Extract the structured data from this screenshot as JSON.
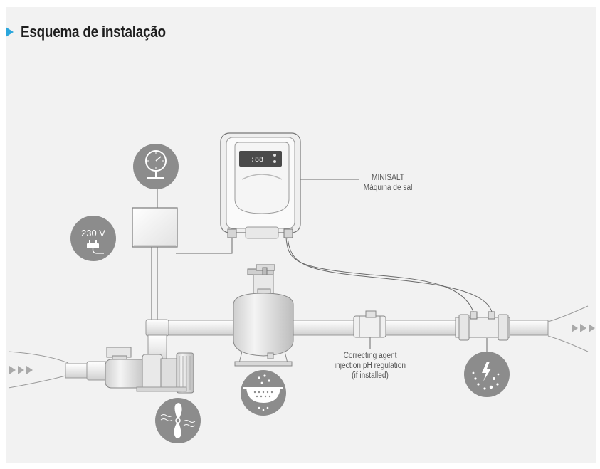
{
  "title": "Esquema de instalação",
  "accent_color": "#2aa6dc",
  "icon_circle_color": "#8c8c8c",
  "power_badge": {
    "text": "230 V",
    "icon": "plug-icon"
  },
  "icons": [
    "pressure-gauge-icon",
    "plug-icon",
    "pump-propeller-icon",
    "filter-colander-icon",
    "electrolysis-cell-icon"
  ],
  "labels": {
    "minisalt": [
      "MINISALT",
      "Máquina de sal"
    ],
    "correcting": [
      "Correcting agent",
      "injection pH regulation",
      "(if installed)"
    ]
  },
  "controller_display": ":88"
}
